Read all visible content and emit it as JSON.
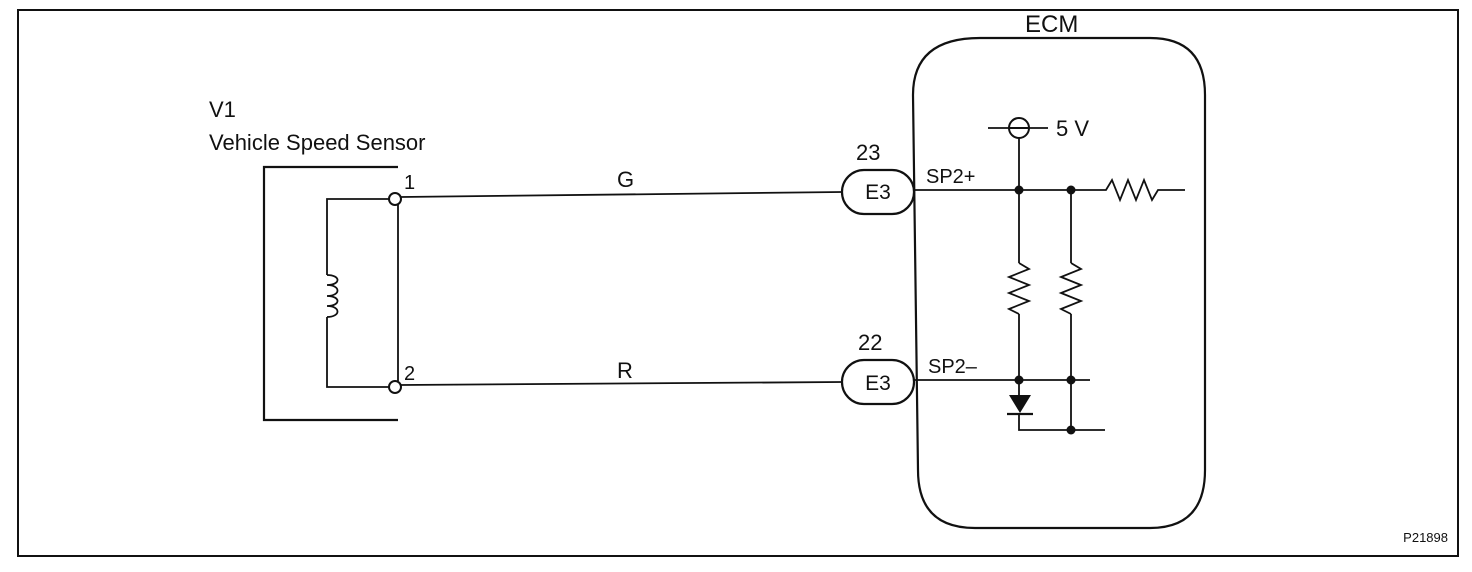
{
  "figure_id": "P21898",
  "sensor": {
    "code": "V1",
    "name": "Vehicle Speed Sensor",
    "terminals": [
      "1",
      "2"
    ]
  },
  "wires": [
    {
      "color_code": "G",
      "from_terminal": "1",
      "to_pin": "23"
    },
    {
      "color_code": "R",
      "from_terminal": "2",
      "to_pin": "22"
    }
  ],
  "ecm": {
    "title": "ECM",
    "supply_label": "5 V",
    "connectors": [
      {
        "pin": "23",
        "code": "E3",
        "signal": "SP2+"
      },
      {
        "pin": "22",
        "code": "E3",
        "signal": "SP2–"
      }
    ]
  }
}
